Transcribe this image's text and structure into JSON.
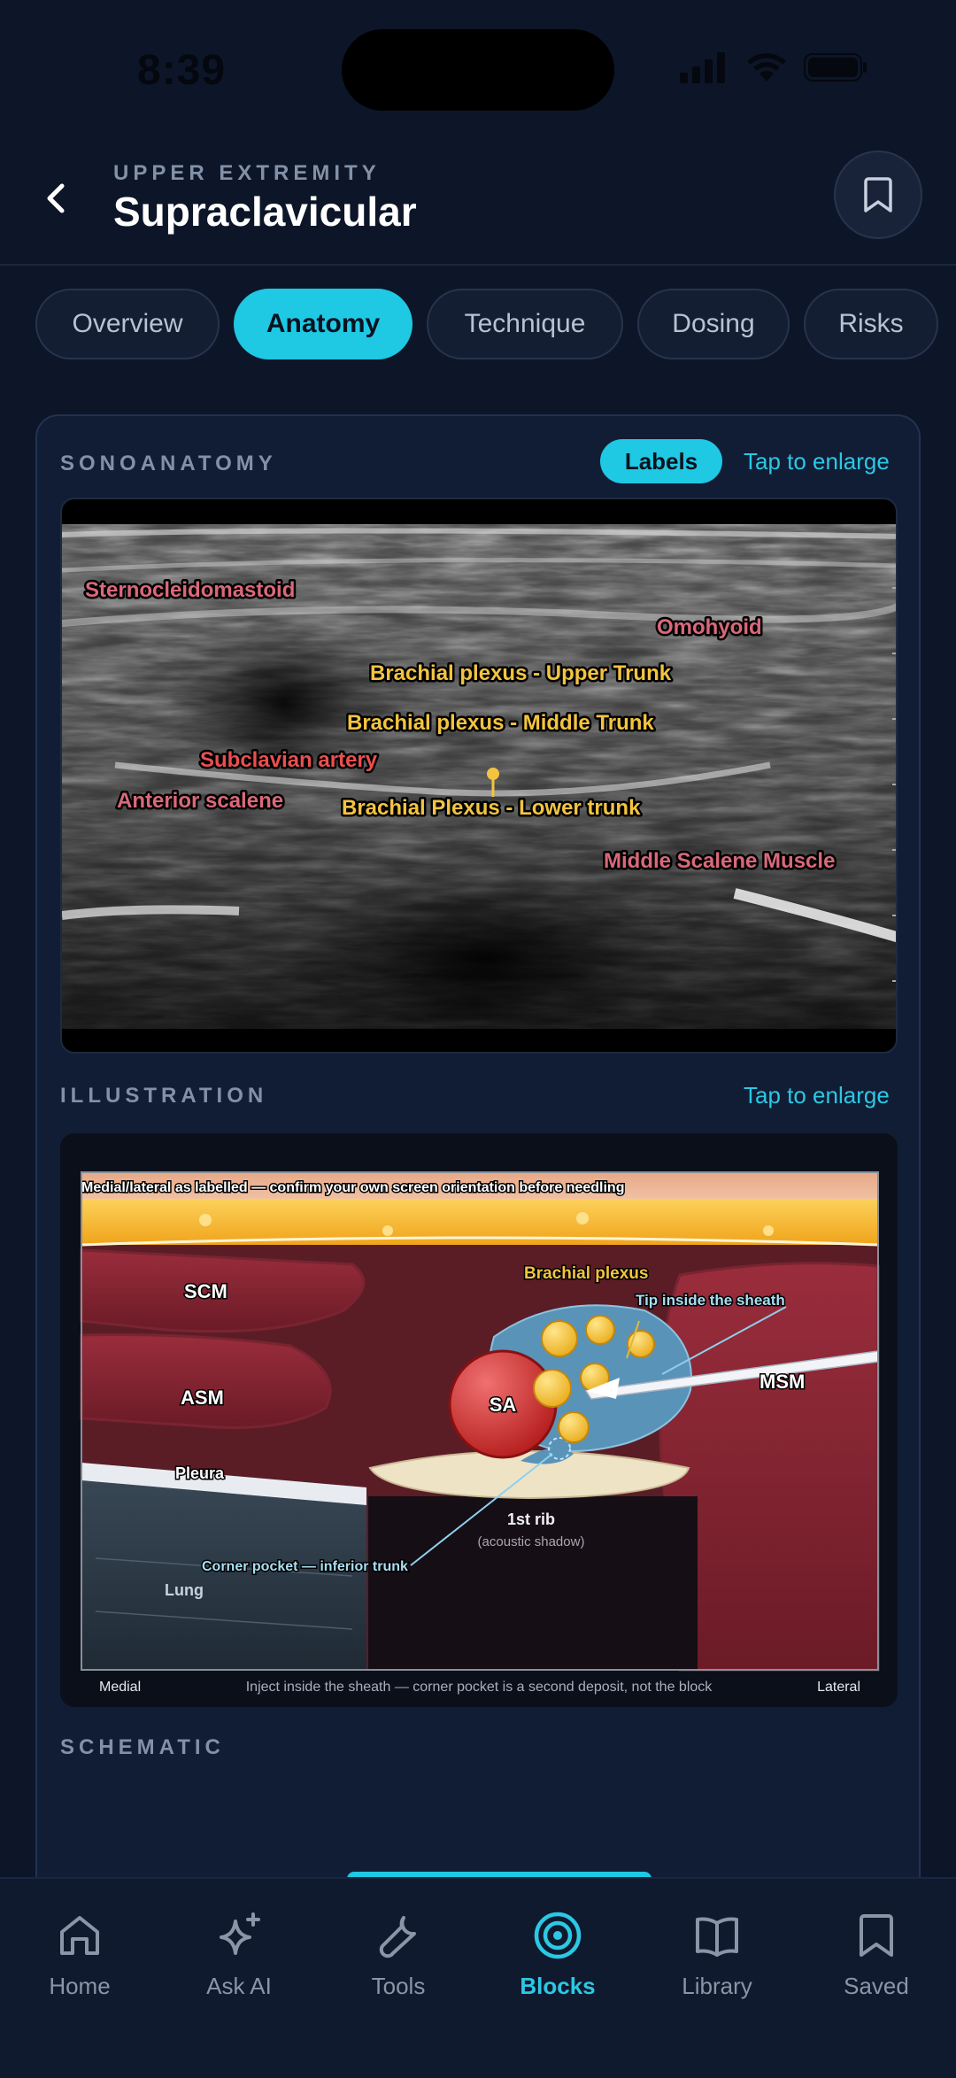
{
  "status": {
    "time": "8:39"
  },
  "header": {
    "eyebrow": "UPPER EXTREMITY",
    "title": "Supraclavicular"
  },
  "tabs": [
    {
      "label": "Overview",
      "active": false
    },
    {
      "label": "Anatomy",
      "active": true
    },
    {
      "label": "Technique",
      "active": false
    },
    {
      "label": "Dosing",
      "active": false
    },
    {
      "label": "Risks",
      "active": false
    }
  ],
  "sonoanatomy": {
    "section_label": "SONOANATOMY",
    "labels_toggle": "Labels",
    "enlarge_link": "Tap to enlarge",
    "structures": [
      {
        "text": "Sternocleidomastoid",
        "color": "#d9697a"
      },
      {
        "text": "Omohyoid",
        "color": "#d9697a"
      },
      {
        "text": "Brachial plexus - Upper Trunk",
        "color": "#f3c440"
      },
      {
        "text": "Brachial plexus - Middle Trunk",
        "color": "#f3c440"
      },
      {
        "text": "Subclavian artery",
        "color": "#ea4f4f"
      },
      {
        "text": "Anterior scalene",
        "color": "#d9697a"
      },
      {
        "text": "Brachial Plexus - Lower trunk",
        "color": "#f3c440"
      },
      {
        "text": "Middle Scalene Muscle",
        "color": "#d9697a"
      }
    ]
  },
  "illustration": {
    "section_label": "ILLUSTRATION",
    "enlarge_link": "Tap to enlarge",
    "banner": "Medial/lateral as labelled — confirm your own screen orientation before needling",
    "labels": {
      "scm": "SCM",
      "asm": "ASM",
      "msm": "MSM",
      "sa": "SA",
      "pleura": "Pleura",
      "lung": "Lung",
      "brachial_plexus": "Brachial plexus",
      "tip": "Tip inside the sheath",
      "corner_pocket": "Corner pocket — inferior trunk",
      "first_rib": "1st rib",
      "acoustic_shadow": "(acoustic shadow)"
    },
    "footer": {
      "medial": "Medial",
      "caption": "Inject inside the sheath — corner pocket is a second deposit, not the block",
      "lateral": "Lateral"
    }
  },
  "schematic": {
    "section_label": "SCHEMATIC"
  },
  "nav": [
    {
      "label": "Home",
      "icon": "home-icon",
      "active": false
    },
    {
      "label": "Ask AI",
      "icon": "sparkles-icon",
      "active": false
    },
    {
      "label": "Tools",
      "icon": "wrench-icon",
      "active": false
    },
    {
      "label": "Blocks",
      "icon": "target-icon",
      "active": true
    },
    {
      "label": "Library",
      "icon": "book-icon",
      "active": false
    },
    {
      "label": "Saved",
      "icon": "bookmark-icon",
      "active": false
    }
  ],
  "colors": {
    "accent": "#1fc8e3",
    "background": "#0c1628",
    "card": "#111d35"
  }
}
